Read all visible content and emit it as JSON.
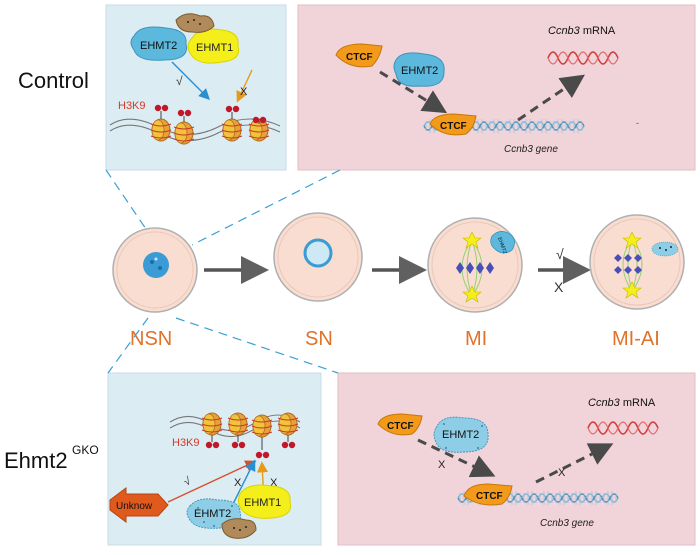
{
  "row_labels": {
    "control": "Control",
    "ko_main": "Ehmt2",
    "ko_sup": "GKO"
  },
  "stages": [
    "NSN",
    "SN",
    "MI",
    "MI-AI"
  ],
  "arrow_marks": {
    "allowed": "√",
    "blocked": "X"
  },
  "proteins": {
    "ehmt2": "EHMT2",
    "ehmt1": "EHMT1",
    "ctcf": "CTCF",
    "unknown": "Unknow",
    "ehmt2_rotated": "EHMT2"
  },
  "histone_mark": "H3K9",
  "gene_labels": {
    "mrna_gene": "Ccnb3",
    "mrna_suffix": " mRNA",
    "gene_name": "Ccnb3 gene",
    "dash": "-"
  },
  "marks": {
    "check": "√",
    "cross": "X"
  },
  "colors": {
    "panel_blue": "#dcecf3",
    "panel_pink": "#f1d3da",
    "stage_label": "#e0722a",
    "ehmt2": "#5cb8dc",
    "ehmt1": "#f4ef1b",
    "ctcf": "#f49a1b",
    "histone_mark": "#d23a2a",
    "mrna": "#d23a3a",
    "cell_fill": "#f9ddd0",
    "unknown_arrow": "#e05a1e",
    "helix": "#7fb7d7"
  }
}
